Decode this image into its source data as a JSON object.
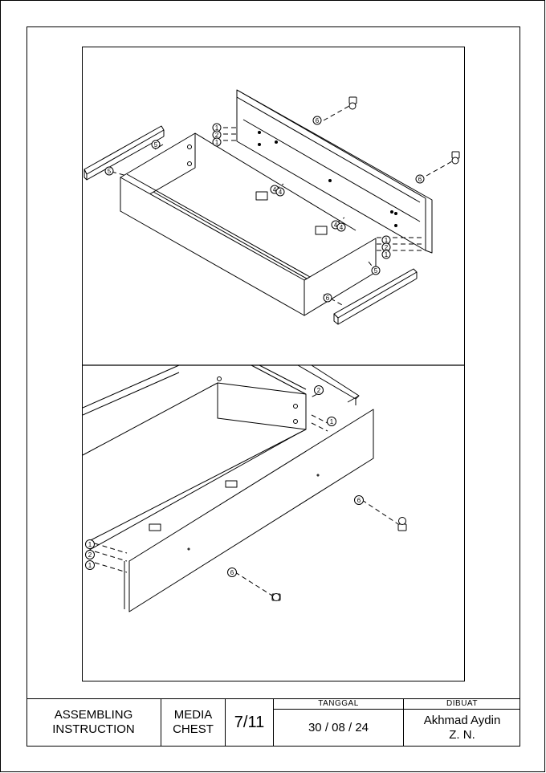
{
  "title_block": {
    "doc_type_line1": "ASSEMBLING",
    "doc_type_line2": "INSTRUCTION",
    "product_line1": "MEDIA",
    "product_line2": "CHEST",
    "page": "7/11",
    "date_label": "TANGGAL",
    "date_value": "30 / 08 / 24",
    "author_label": "DIBUAT",
    "author_line1": "Akhmad Aydin",
    "author_line2": "Z. N."
  },
  "callouts": {
    "top": [
      "6",
      "5",
      "1",
      "2",
      "1",
      "4",
      "4",
      "6",
      "4",
      "4",
      "1",
      "2",
      "1",
      "5",
      "5",
      "6"
    ],
    "bottom": [
      "2",
      "1",
      "1",
      "2",
      "1",
      "6",
      "6"
    ]
  }
}
